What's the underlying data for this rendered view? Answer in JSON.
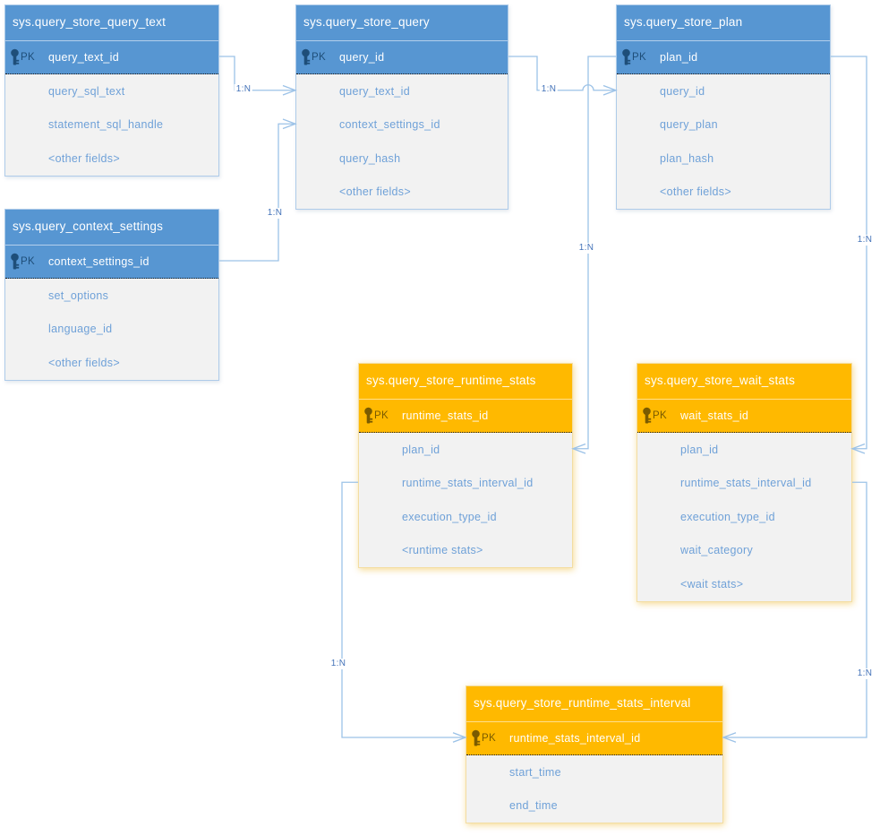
{
  "diagram": {
    "colors": {
      "entity_blue": "#5796d2",
      "entity_amber": "#ffb900",
      "connector_line": "#9cc2e7",
      "field_text": "#6fa1d8",
      "relationship_label_text": "#4372b8",
      "pk_text_blue": "#1e4e79",
      "pk_text_amber": "#7a5b00",
      "body_fill": "#f2f2f2"
    },
    "tables": [
      {
        "title": "sys.query_store_query_text",
        "pk_label": "PK",
        "pk_field": "query_text_id",
        "fields": [
          "query_sql_text",
          "statement_sql_handle",
          "<other fields>"
        ]
      },
      {
        "title": "sys.query_store_query",
        "pk_label": "PK",
        "pk_field": "query_id",
        "fields": [
          "query_text_id",
          "context_settings_id",
          "query_hash",
          "<other fields>"
        ]
      },
      {
        "title": "sys.query_store_plan",
        "pk_label": "PK",
        "pk_field": "plan_id",
        "fields": [
          "query_id",
          "query_plan",
          "plan_hash",
          "<other fields>"
        ]
      },
      {
        "title": "sys.query_context_settings",
        "pk_label": "PK",
        "pk_field": "context_settings_id",
        "fields": [
          "set_options",
          "language_id",
          "<other fields>"
        ]
      },
      {
        "title": "sys.query_store_runtime_stats",
        "pk_label": "PK",
        "pk_field": "runtime_stats_id",
        "fields": [
          "plan_id",
          "runtime_stats_interval_id",
          "execution_type_id",
          "<runtime stats>"
        ]
      },
      {
        "title": "sys.query_store_wait_stats",
        "pk_label": "PK",
        "pk_field": "wait_stats_id",
        "fields": [
          "plan_id",
          "runtime_stats_interval_id",
          "execution_type_id",
          "wait_category",
          "<wait stats>"
        ]
      },
      {
        "title": "sys.query_store_runtime_stats_interval",
        "pk_label": "PK",
        "pk_field": "runtime_stats_interval_id",
        "fields": [
          "start_time",
          "end_time"
        ]
      }
    ],
    "connectors": [
      {
        "label": "1:N",
        "from": "sys.query_store_query_text",
        "to": "sys.query_store_query"
      },
      {
        "label": "1:N",
        "from": "sys.query_context_settings",
        "to": "sys.query_store_query"
      },
      {
        "label": "1:N",
        "from": "sys.query_store_query",
        "to": "sys.query_store_plan"
      },
      {
        "label": "1:N",
        "from": "sys.query_store_plan",
        "to": "sys.query_store_runtime_stats"
      },
      {
        "label": "1:N",
        "from": "sys.query_store_plan",
        "to": "sys.query_store_wait_stats"
      },
      {
        "label": "1:N",
        "from": "sys.query_store_runtime_stats",
        "to": "sys.query_store_runtime_stats_interval"
      },
      {
        "label": "1:N",
        "from": "sys.query_store_wait_stats",
        "to": "sys.query_store_runtime_stats_interval"
      }
    ]
  }
}
